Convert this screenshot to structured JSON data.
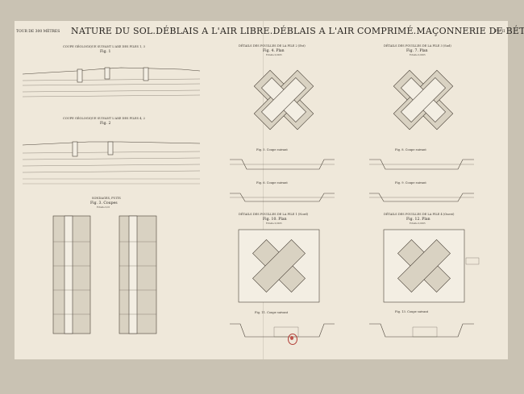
{
  "header": {
    "top_left": "TOUR DE 300 MÈTRES",
    "title": "NATURE DU SOL.DÉBLAIS A L'AIR LIBRE.DÉBLAIS A L'AIR COMPRIMÉ.MAÇONNERIE DE BÉTON.",
    "plate_no": "PL. II"
  },
  "left_panel": {
    "section1": {
      "title": "COUPE GÉOLOGIQUE SUIVANT L'AXE DES PILES 1, 3",
      "fig": "Fig. 1"
    },
    "section2": {
      "title": "COUPE GÉOLOGIQUE SUIVANT L'AXE DES PILES 4, 2",
      "fig": "Fig. 2"
    },
    "section3": {
      "title": "SONDAGES, PUITS",
      "fig": "Fig. 3. Coupes",
      "scale": "Échelle 0,01"
    }
  },
  "center_panel": {
    "top": {
      "title": "DÉTAILS DES FOUILLES DE LA PILE 2 (Est)",
      "fig": "Fig. 4. Plan",
      "scale": "Échelle 0,0025"
    },
    "fig5": "Fig. 5. Coupe suivant",
    "fig6": "Fig. 6. Coupe suivant",
    "bottom": {
      "title": "DÉTAILS DES FOUILLES DE LA PILE 1 (Nord)",
      "fig": "Fig. 10. Plan",
      "scale": "Échelle 0,0025"
    },
    "fig11": "Fig. 11. Coupe suivant"
  },
  "right_panel": {
    "top": {
      "title": "DÉTAILS DES FOUILLES DE LA PILE 3 (Sud)",
      "fig": "Fig. 7. Plan",
      "scale": "Échelle 0,0025"
    },
    "fig8": "Fig. 8. Coupe suivant",
    "fig9": "Fig. 9. Coupe suivant",
    "bottom": {
      "title": "DÉTAILS DES FOUILLES DE LA PILE 4 (Ouest)",
      "fig": "Fig. 12. Plan",
      "scale": "Échelle 0,0025"
    },
    "fig13": "Fig. 13. Coupe suivant"
  },
  "stamp_color": "#b3413a"
}
